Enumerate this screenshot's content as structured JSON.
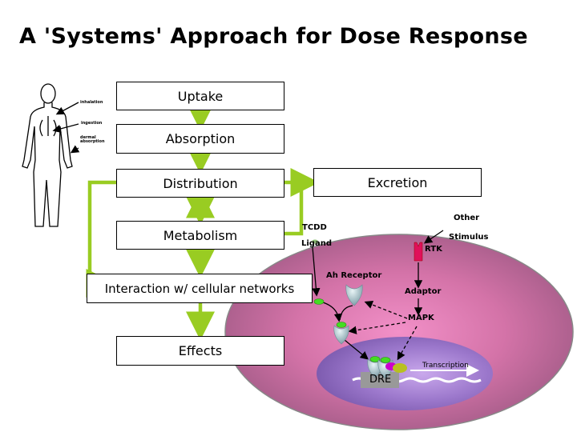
{
  "title": "A 'Systems' Approach for Dose Response",
  "body_figure": {
    "labels": [
      "inhalation",
      "ingestion",
      "dermal absorption"
    ]
  },
  "flow": {
    "uptake": "Uptake",
    "absorption": "Absorption",
    "distribution": "Distribution",
    "excretion": "Excretion",
    "metabolism": "Metabolism",
    "interaction": "Interaction w/ cellular networks",
    "effects": "Effects"
  },
  "cell": {
    "tcdd": "TCDD",
    "ligand": "Ligand",
    "other": "Other",
    "stimulus": "Stimulus",
    "rtk": "RTK",
    "ah_receptor": "Ah Receptor",
    "adaptor": "Adaptor",
    "mapk": "MAPK",
    "dre": "DRE",
    "transcription": "Transcription"
  },
  "colors": {
    "arrow_green": "#99cc22",
    "cell_pink": "#c06898",
    "nucleus_purple": "#9a72c8",
    "rtk_red": "#e0105a",
    "ligand_green": "#44dd22"
  }
}
